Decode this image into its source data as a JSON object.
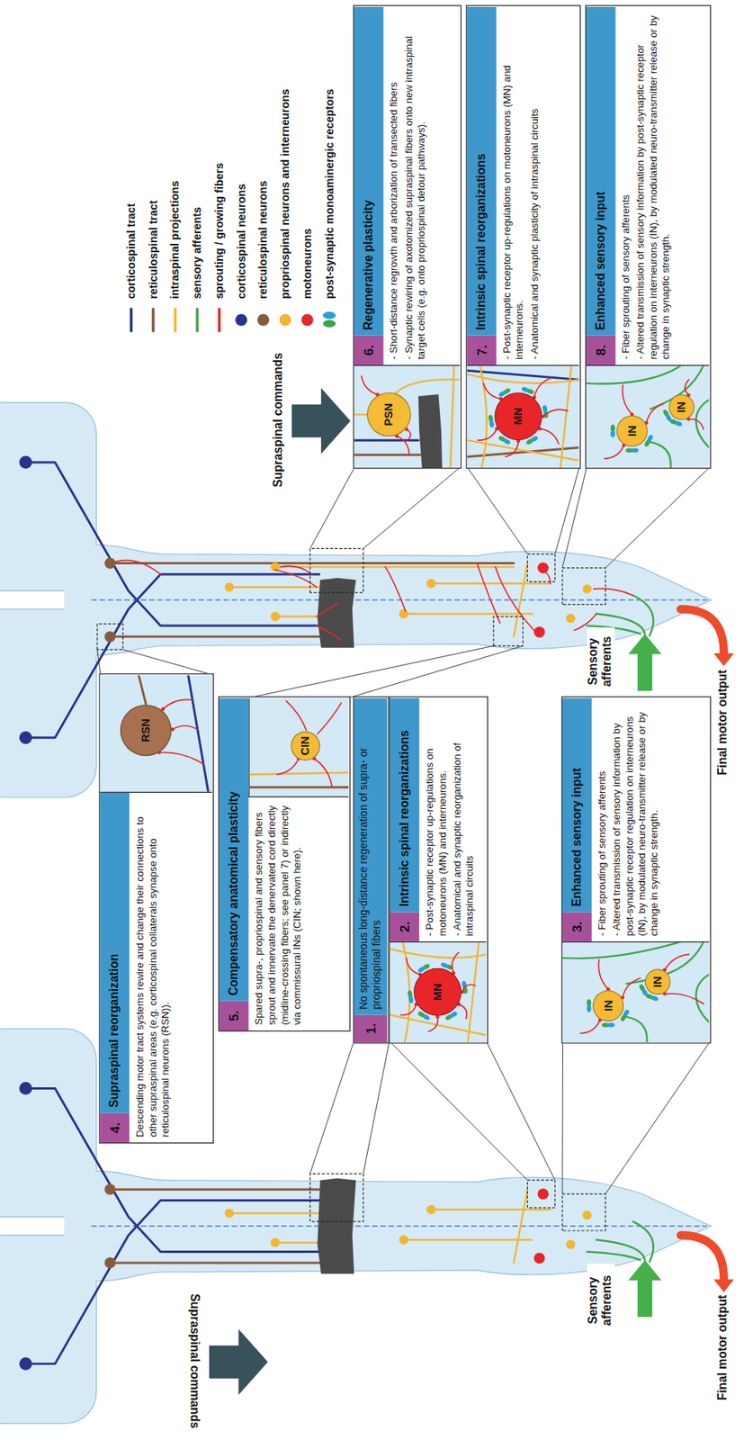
{
  "diagram": {
    "nodes": [
      {
        "text": [
          "1.",
          "No spontaneous long-distance regeneration of supra- or propriospinal fibers"
        ]
      },
      {
        "text": [
          "2.",
          "Intrinsic spinal reorganizations",
          "- Post-synaptic receptor up-regulations on motoneurons (MN) and interneurons.",
          "- Anatomical and synaptic reorganization of intraspinal circuits"
        ]
      },
      {
        "text": [
          "MN"
        ],
        "in": 1
      },
      {
        "text": [
          "3.",
          "Enhanced sensory input",
          "- Fiber sprouting of sensory afferents",
          "- Altered transmission of sensory information by post-synaptic receptor regulation on interneurons (IN), by modulated neuro-transmitter release or by change in synaptic strength."
        ]
      },
      {
        "text": [
          "IN"
        ],
        "in": 3
      },
      {
        "text": [
          "IN"
        ],
        "in": 3
      },
      {
        "text": [
          "4.",
          "Supraspinal reorganization",
          "Descending motor tract systems rewire and change their connections to other supraspinal areas (e.g. corticospinal collaterals synapse onto reticulospinal neurons (RSN))."
        ]
      },
      {
        "text": [
          "RSN"
        ],
        "in": 6
      },
      {
        "text": [
          "5.",
          "Compensatory anatomical plasticity",
          "Spared supra-, propriospinal and sensory fibers sprout and innervate the denervated cord directly (midline-crossing fibers; see panel 7) or indirectly via commissural INs (CIN; shown here)."
        ]
      },
      {
        "text": [
          "CIN"
        ],
        "in": 8
      },
      {
        "text": [
          "6.",
          "Regenerative plasticity",
          "- Short-distance regrowth and arborization of transected fibers",
          "- Synaptic rewiring of axotomized supraspinal fibers onto new intraspinal target cells (e.g. onto propriospinal detour pathways)."
        ]
      },
      {
        "text": [
          "PSN"
        ],
        "in": 10
      },
      {
        "text": [
          "7.",
          "Intrinsic spinal reorganizations",
          "- Post-synaptic receptor up-regulations on motoneurons (MN) and interneurons.",
          "- Anatomical and synaptic plasticity of intraspinal circuits"
        ]
      },
      {
        "text": [
          "MN"
        ],
        "in": 12
      },
      {
        "text": [
          "8.",
          "Enhanced sensory input",
          "- Fiber sprouting of sensory afferents",
          "- Altered transmission of sensory information by post-synaptic receptor regulation on interneurons (IN), by modulated neuro-transmitter release or by change in synaptic strength."
        ]
      },
      {
        "text": [
          "IN"
        ],
        "in": 14
      },
      {
        "text": [
          "IN"
        ],
        "in": 14
      }
    ],
    "labels": [
      "Supraspinal commands",
      "Sensory afferents",
      "Final motor output",
      "Supraspinal commands",
      "Sensory afferents",
      "Final motor output"
    ],
    "legend": [
      {
        "text": "corticospinal tract"
      },
      {
        "text": "reticulospinal tract"
      },
      {
        "text": "intraspinal projections"
      },
      {
        "text": "sensory afferents"
      },
      {
        "text": "sprouting / growing fibers"
      },
      {
        "text": "corticospinal neurons"
      },
      {
        "text": "reticulospinal neurons"
      },
      {
        "text": "propriospinal neurons and interneurons"
      },
      {
        "text": "motoneurons"
      },
      {
        "text": "post-synaptic monoaminergic receptors"
      }
    ]
  }
}
